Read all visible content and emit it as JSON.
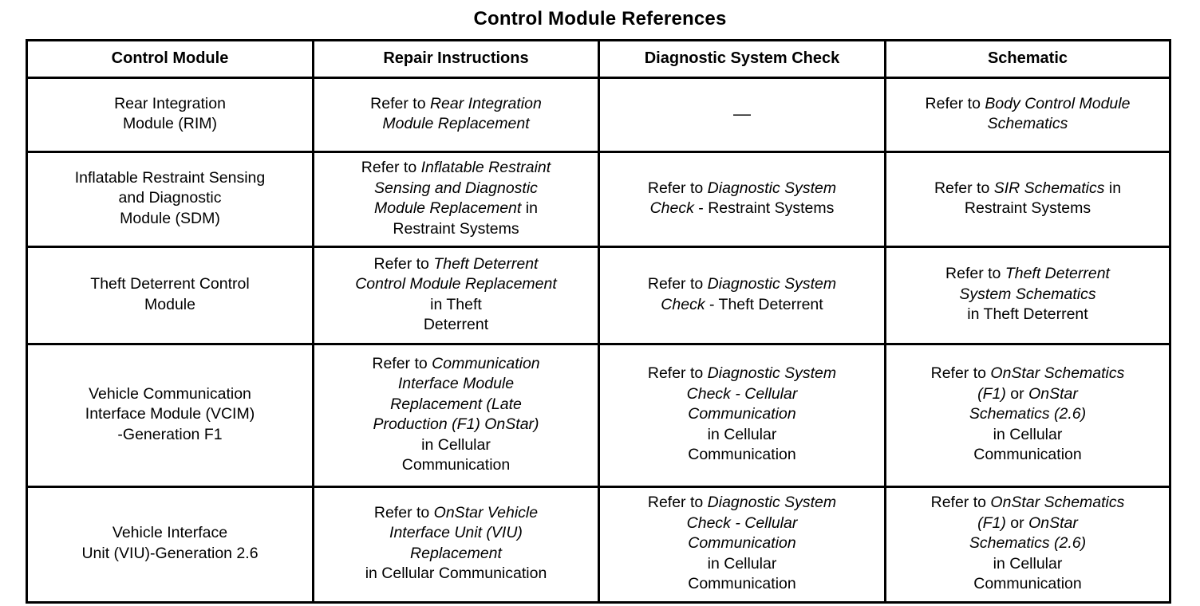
{
  "document": {
    "title": "Control Module References"
  },
  "table": {
    "headers": [
      "Control Module",
      "Repair Instructions",
      "Diagnostic System Check",
      "Schematic"
    ],
    "rows": [
      {
        "control_module": "Rear Integration\nModule (RIM)",
        "repair_instructions": "Refer to Rear Integration Module Replacement",
        "diagnostic_system_check": "—",
        "schematic": "Refer to Body Control Module Schematics"
      },
      {
        "control_module": "Inflatable Restraint Sensing\nand Diagnostic\nModule (SDM)",
        "repair_instructions": "Refer to Inflatable Restraint Sensing and Diagnostic Module Replacement in Restraint  Systems",
        "diagnostic_system_check": "Refer to Diagnostic System Check - Restraint  Systems",
        "schematic": "Refer to SIR Schematics in Restraint  Systems"
      },
      {
        "control_module": "Theft Deterrent Control\nModule",
        "repair_instructions": "Refer to Theft Deterrent Control Module Replacement in Theft Deterrent",
        "diagnostic_system_check": "Refer to Diagnostic System Check - Theft Deterrent",
        "schematic": "Refer to Theft Deterrent System Schematics in Theft Deterrent"
      },
      {
        "control_module": "Vehicle Communication\nInterface Module (VCIM)\n-Generation F1",
        "repair_instructions": "Refer to Communication Interface Module Replacement (Late Production (F1) OnStar) in Cellular Communication",
        "diagnostic_system_check": "Refer to Diagnostic System Check - Cellular Communication in Cellular Communication",
        "schematic": "Refer to OnStar Schematics (F1)  or OnStar Schematics (2.6) in Cellular Communication"
      },
      {
        "control_module": "Vehicle Interface\nUnit (VIU)-Generation 2.6",
        "repair_instructions": "Refer to OnStar Vehicle Interface Unit (VIU) Replacement in Cellular Communication",
        "diagnostic_system_check": "Refer to Diagnostic System Check - Cellular Communication in Cellular Communication",
        "schematic": "Refer to OnStar Schematics (F1) or OnStar Schematics (2.6) in Cellular Communication"
      }
    ],
    "cell_segments": {
      "r1c1": [
        {
          "t": "Rear Integration",
          "i": false
        },
        {
          "br": true
        },
        {
          "t": "Module (RIM)",
          "i": false
        }
      ],
      "r1c2": [
        {
          "t": "Refer to ",
          "i": false
        },
        {
          "t": "Rear Integration",
          "i": true
        },
        {
          "br": true
        },
        {
          "t": "Module Replacement",
          "i": true
        }
      ],
      "r1c3": [
        {
          "t": "—",
          "i": false
        }
      ],
      "r1c4": [
        {
          "t": "Refer to ",
          "i": false
        },
        {
          "t": "Body Control Module",
          "i": true
        },
        {
          "br": true
        },
        {
          "t": "Schematics",
          "i": true
        }
      ],
      "r2c1": [
        {
          "t": "Inflatable Restraint Sensing",
          "i": false
        },
        {
          "br": true
        },
        {
          "t": "and Diagnostic",
          "i": false
        },
        {
          "br": true
        },
        {
          "t": "Module (SDM)",
          "i": false
        }
      ],
      "r2c2": [
        {
          "t": "Refer to ",
          "i": false
        },
        {
          "t": "Inflatable Restraint",
          "i": true
        },
        {
          "br": true
        },
        {
          "t": "Sensing and Diagnostic",
          "i": true
        },
        {
          "br": true
        },
        {
          "t": "Module Replacement",
          "i": true
        },
        {
          "t": " in",
          "i": false
        },
        {
          "br": true
        },
        {
          "t": "Restraint  Systems",
          "i": false
        }
      ],
      "r2c3": [
        {
          "t": "Refer to ",
          "i": false
        },
        {
          "t": "Diagnostic System",
          "i": true
        },
        {
          "br": true
        },
        {
          "t": "Check",
          "i": true
        },
        {
          "t": " - Restraint  Systems",
          "i": false
        }
      ],
      "r2c4": [
        {
          "t": "Refer to ",
          "i": false
        },
        {
          "t": "SIR Schematics",
          "i": true
        },
        {
          "t": " in",
          "i": false
        },
        {
          "br": true
        },
        {
          "t": "Restraint  Systems",
          "i": false
        }
      ],
      "r3c1": [
        {
          "t": "Theft Deterrent Control",
          "i": false
        },
        {
          "br": true
        },
        {
          "t": "Module",
          "i": false
        }
      ],
      "r3c2": [
        {
          "t": "Refer to ",
          "i": false
        },
        {
          "t": "Theft Deterrent",
          "i": true
        },
        {
          "br": true
        },
        {
          "t": "Control Module Replacement",
          "i": true
        },
        {
          "br": true
        },
        {
          "t": "in Theft",
          "i": false
        },
        {
          "br": true
        },
        {
          "t": "Deterrent",
          "i": false
        }
      ],
      "r3c3": [
        {
          "t": "Refer to ",
          "i": false
        },
        {
          "t": "Diagnostic System",
          "i": true
        },
        {
          "br": true
        },
        {
          "t": "Check",
          "i": true
        },
        {
          "t": " - Theft Deterrent",
          "i": false
        }
      ],
      "r3c4": [
        {
          "t": "Refer to ",
          "i": false
        },
        {
          "t": "Theft Deterrent",
          "i": true
        },
        {
          "br": true
        },
        {
          "t": "System Schematics",
          "i": true
        },
        {
          "br": true
        },
        {
          "t": "in Theft Deterrent",
          "i": false
        }
      ],
      "r4c1": [
        {
          "t": "Vehicle Communication",
          "i": false
        },
        {
          "br": true
        },
        {
          "t": "Interface Module (VCIM)",
          "i": false
        },
        {
          "br": true
        },
        {
          "t": "-Generation F1",
          "i": false
        }
      ],
      "r4c2": [
        {
          "t": "Refer to ",
          "i": false
        },
        {
          "t": "Communication",
          "i": true
        },
        {
          "br": true
        },
        {
          "t": "Interface Module",
          "i": true
        },
        {
          "br": true
        },
        {
          "t": "Replacement (Late",
          "i": true
        },
        {
          "br": true
        },
        {
          "t": "Production (F1) OnStar)",
          "i": true
        },
        {
          "br": true
        },
        {
          "t": "in Cellular",
          "i": false
        },
        {
          "br": true
        },
        {
          "t": "Communication",
          "i": false
        }
      ],
      "r4c3": [
        {
          "t": "Refer to ",
          "i": false
        },
        {
          "t": "Diagnostic System",
          "i": true
        },
        {
          "br": true
        },
        {
          "t": "Check - Cellular",
          "i": true
        },
        {
          "br": true
        },
        {
          "t": "Communication",
          "i": true
        },
        {
          "br": true
        },
        {
          "t": "in Cellular",
          "i": false
        },
        {
          "br": true
        },
        {
          "t": "Communication",
          "i": false
        }
      ],
      "r4c4": [
        {
          "t": "Refer to ",
          "i": false
        },
        {
          "t": "OnStar Schematics",
          "i": true
        },
        {
          "br": true
        },
        {
          "t": "(F1)",
          "i": true
        },
        {
          "t": "  or ",
          "i": false
        },
        {
          "t": "OnStar",
          "i": true
        },
        {
          "br": true
        },
        {
          "t": "Schematics (2.6)",
          "i": true
        },
        {
          "br": true
        },
        {
          "t": "in Cellular",
          "i": false
        },
        {
          "br": true
        },
        {
          "t": "Communication",
          "i": false
        }
      ],
      "r5c1": [
        {
          "t": "Vehicle Interface",
          "i": false
        },
        {
          "br": true
        },
        {
          "t": "Unit (VIU)-Generation 2.6",
          "i": false
        }
      ],
      "r5c2": [
        {
          "t": "Refer to ",
          "i": false
        },
        {
          "t": "OnStar Vehicle",
          "i": true
        },
        {
          "br": true
        },
        {
          "t": "Interface Unit (VIU)",
          "i": true
        },
        {
          "br": true
        },
        {
          "t": "Replacement",
          "i": true
        },
        {
          "br": true
        },
        {
          "t": "in Cellular Communication",
          "i": false
        }
      ],
      "r5c3": [
        {
          "t": "Refer to ",
          "i": false
        },
        {
          "t": "Diagnostic System",
          "i": true
        },
        {
          "br": true
        },
        {
          "t": "Check - Cellular",
          "i": true
        },
        {
          "br": true
        },
        {
          "t": "Communication",
          "i": true
        },
        {
          "br": true
        },
        {
          "t": "in Cellular",
          "i": false
        },
        {
          "br": true
        },
        {
          "t": "Communication",
          "i": false
        }
      ],
      "r5c4": [
        {
          "t": "Refer to ",
          "i": false
        },
        {
          "t": "OnStar Schematics",
          "i": true
        },
        {
          "br": true
        },
        {
          "t": "(F1)",
          "i": true
        },
        {
          "t": " or ",
          "i": false
        },
        {
          "t": "OnStar",
          "i": true
        },
        {
          "br": true
        },
        {
          "t": "Schematics (2.6)",
          "i": true
        },
        {
          "br": true
        },
        {
          "t": "in Cellular",
          "i": false
        },
        {
          "br": true
        },
        {
          "t": "Communication",
          "i": false
        }
      ]
    }
  },
  "colors": {
    "text": "#000000",
    "background": "#ffffff",
    "border": "#000000"
  }
}
